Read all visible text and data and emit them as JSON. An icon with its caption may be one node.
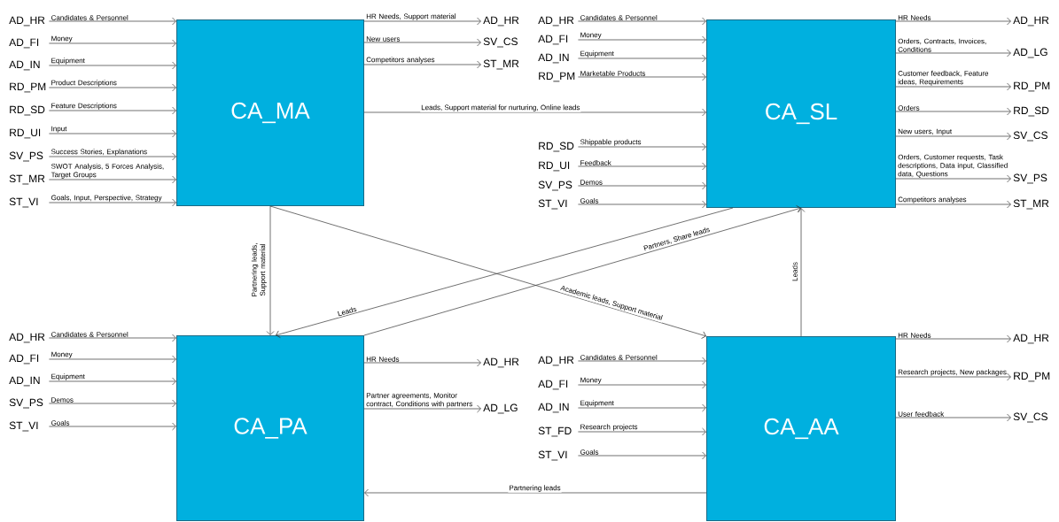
{
  "diagram": {
    "nodes": [
      {
        "text": [
          "CA_MA"
        ]
      },
      {
        "text": [
          "CA_SL"
        ]
      },
      {
        "text": [
          "CA_PA"
        ]
      },
      {
        "text": [
          "CA_AA"
        ]
      },
      {
        "text": [
          "AD_HR"
        ]
      },
      {
        "text": [
          "AD_FI"
        ]
      },
      {
        "text": [
          "AD_IN"
        ]
      },
      {
        "text": [
          "RD_PM"
        ]
      },
      {
        "text": [
          "RD_SD"
        ]
      },
      {
        "text": [
          "RD_UI"
        ]
      },
      {
        "text": [
          "SV_PS"
        ]
      },
      {
        "text": [
          "ST_MR"
        ]
      },
      {
        "text": [
          "ST_VI"
        ]
      },
      {
        "text": [
          "AD_HR"
        ]
      },
      {
        "text": [
          "SV_CS"
        ]
      },
      {
        "text": [
          "ST_MR"
        ]
      },
      {
        "text": [
          "AD_HR"
        ]
      },
      {
        "text": [
          "AD_FI"
        ]
      },
      {
        "text": [
          "AD_IN"
        ]
      },
      {
        "text": [
          "RD_PM"
        ]
      },
      {
        "text": [
          "RD_SD"
        ]
      },
      {
        "text": [
          "RD_UI"
        ]
      },
      {
        "text": [
          "SV_PS"
        ]
      },
      {
        "text": [
          "ST_VI"
        ]
      },
      {
        "text": [
          "AD_HR"
        ]
      },
      {
        "text": [
          "AD_LG"
        ]
      },
      {
        "text": [
          "RD_PM"
        ]
      },
      {
        "text": [
          "RD_SD"
        ]
      },
      {
        "text": [
          "SV_CS"
        ]
      },
      {
        "text": [
          "SV_PS"
        ]
      },
      {
        "text": [
          "ST_MR"
        ]
      },
      {
        "text": [
          "AD_HR"
        ]
      },
      {
        "text": [
          "AD_FI"
        ]
      },
      {
        "text": [
          "AD_IN"
        ]
      },
      {
        "text": [
          "SV_PS"
        ]
      },
      {
        "text": [
          "ST_VI"
        ]
      },
      {
        "text": [
          "AD_HR"
        ]
      },
      {
        "text": [
          "AD_LG"
        ]
      },
      {
        "text": [
          "AD_HR"
        ]
      },
      {
        "text": [
          "AD_FI"
        ]
      },
      {
        "text": [
          "AD_IN"
        ]
      },
      {
        "text": [
          "ST_FD"
        ]
      },
      {
        "text": [
          "ST_VI"
        ]
      },
      {
        "text": [
          "AD_HR"
        ]
      },
      {
        "text": [
          "RD_PM"
        ]
      },
      {
        "text": [
          "SV_CS"
        ]
      }
    ],
    "edges": [
      {
        "from": 4,
        "to": 0,
        "arrow": "to",
        "label": "Candidates & Personnel"
      },
      {
        "from": 5,
        "to": 0,
        "arrow": "to",
        "label": "Money"
      },
      {
        "from": 6,
        "to": 0,
        "arrow": "to",
        "label": "Equipment"
      },
      {
        "from": 7,
        "to": 0,
        "arrow": "to",
        "label": "Product Descriptions"
      },
      {
        "from": 8,
        "to": 0,
        "arrow": "to",
        "label": "Feature Descriptions"
      },
      {
        "from": 9,
        "to": 0,
        "arrow": "to",
        "label": "Input"
      },
      {
        "from": 10,
        "to": 0,
        "arrow": "to",
        "label": "Success Stories, Explanations"
      },
      {
        "from": 11,
        "to": 0,
        "arrow": "to",
        "label": "SWOT Analysis, 5 Forces Analysis, Target Groups"
      },
      {
        "from": 12,
        "to": 0,
        "arrow": "to",
        "label": "Goals, Input, Perspective, Strategy"
      },
      {
        "from": 0,
        "to": 13,
        "arrow": "to",
        "label": "HR Needs, Support material"
      },
      {
        "from": 0,
        "to": 14,
        "arrow": "to",
        "label": "New users"
      },
      {
        "from": 0,
        "to": 15,
        "arrow": "to",
        "label": "Competitors analyses"
      },
      {
        "from": 16,
        "to": 1,
        "arrow": "to",
        "label": "Candidates & Personnel"
      },
      {
        "from": 17,
        "to": 1,
        "arrow": "to",
        "label": "Money"
      },
      {
        "from": 18,
        "to": 1,
        "arrow": "to",
        "label": "Equipment"
      },
      {
        "from": 19,
        "to": 1,
        "arrow": "to",
        "label": "Marketable Products"
      },
      {
        "from": 20,
        "to": 1,
        "arrow": "to",
        "label": "Shippable products"
      },
      {
        "from": 21,
        "to": 1,
        "arrow": "to",
        "label": "Feedback"
      },
      {
        "from": 22,
        "to": 1,
        "arrow": "to",
        "label": "Demos"
      },
      {
        "from": 23,
        "to": 1,
        "arrow": "to",
        "label": "Goals"
      },
      {
        "from": 1,
        "to": 24,
        "arrow": "to",
        "label": "HR Needs"
      },
      {
        "from": 1,
        "to": 25,
        "arrow": "to",
        "label": "Orders, Contracts, Invoices, Conditions"
      },
      {
        "from": 1,
        "to": 26,
        "arrow": "to",
        "label": "Customer feedback, Feature ideas, Requirements"
      },
      {
        "from": 1,
        "to": 27,
        "arrow": "to",
        "label": "Orders"
      },
      {
        "from": 1,
        "to": 28,
        "arrow": "to",
        "label": "New users, Input"
      },
      {
        "from": 1,
        "to": 29,
        "arrow": "to",
        "label": "Orders, Customer requests, Task descriptions, Data input, Classified data, Questions"
      },
      {
        "from": 1,
        "to": 30,
        "arrow": "to",
        "label": "Competitors analyses"
      },
      {
        "from": 31,
        "to": 2,
        "arrow": "to",
        "label": "Candidates & Personnel"
      },
      {
        "from": 32,
        "to": 2,
        "arrow": "to",
        "label": "Money"
      },
      {
        "from": 33,
        "to": 2,
        "arrow": "to",
        "label": "Equipment"
      },
      {
        "from": 34,
        "to": 2,
        "arrow": "to",
        "label": "Demos"
      },
      {
        "from": 35,
        "to": 2,
        "arrow": "to",
        "label": "Goals"
      },
      {
        "from": 2,
        "to": 36,
        "arrow": "to",
        "label": "HR Needs"
      },
      {
        "from": 2,
        "to": 37,
        "arrow": "to",
        "label": "Partner agreements, Monitor contract, Conditions with partners"
      },
      {
        "from": 38,
        "to": 3,
        "arrow": "to",
        "label": "Candidates & Personnel"
      },
      {
        "from": 39,
        "to": 3,
        "arrow": "to",
        "label": "Money"
      },
      {
        "from": 40,
        "to": 3,
        "arrow": "to",
        "label": "Equipment"
      },
      {
        "from": 41,
        "to": 3,
        "arrow": "to",
        "label": "Research projects"
      },
      {
        "from": 42,
        "to": 3,
        "arrow": "to",
        "label": "Goals"
      },
      {
        "from": 3,
        "to": 43,
        "arrow": "to",
        "label": "HR Needs"
      },
      {
        "from": 3,
        "to": 44,
        "arrow": "to",
        "label": "Research projects, New packages"
      },
      {
        "from": 3,
        "to": 45,
        "arrow": "to",
        "label": "User feedback"
      },
      {
        "from": 0,
        "to": 1,
        "arrow": "to",
        "label": "Leads, Support material for nurturing, Online leads"
      },
      {
        "from": 0,
        "to": 2,
        "arrow": "to",
        "label": "Partnering leads, Support material"
      },
      {
        "from": 0,
        "to": 3,
        "arrow": "to",
        "label": "Academic leads, Support material"
      },
      {
        "from": 1,
        "to": 2,
        "arrow": "to",
        "label": "Leads"
      },
      {
        "from": 2,
        "to": 1,
        "arrow": "to",
        "label": "Partners, Share leads"
      },
      {
        "from": 3,
        "to": 1,
        "arrow": "to",
        "label": "Leads"
      },
      {
        "from": 3,
        "to": 2,
        "arrow": "to",
        "label": "Partnering leads"
      }
    ]
  }
}
